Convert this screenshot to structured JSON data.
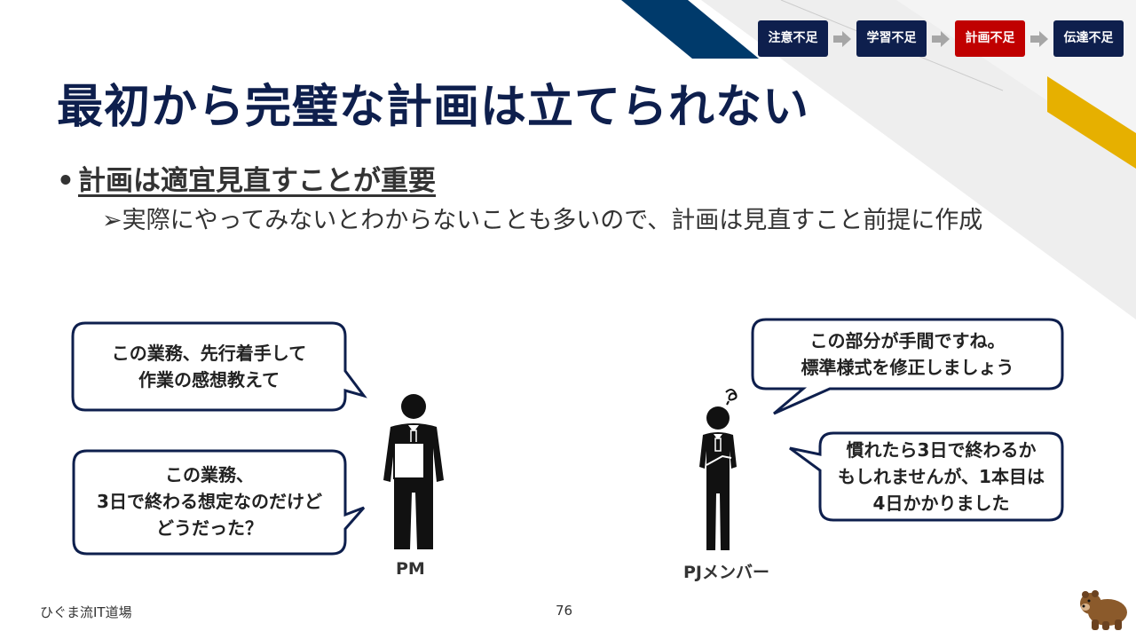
{
  "steps": [
    {
      "label": "注意不足",
      "active": false
    },
    {
      "label": "学習不足",
      "active": false
    },
    {
      "label": "計画不足",
      "active": true
    },
    {
      "label": "伝達不足",
      "active": false
    }
  ],
  "title": "最初から完璧な計画は立てられない",
  "bullet": {
    "marker": "•",
    "text": "計画は適宜見直すことが重要"
  },
  "sub_bullet": {
    "marker": "➢",
    "text": "実際にやってみないとわからないことも多いので、計画は見直すこと前提に作成"
  },
  "bubbles": {
    "pm_top": [
      "この業務、先行着手して",
      "作業の感想教えて"
    ],
    "pm_bottom": [
      "この業務、",
      "3日で終わる想定なのだけど",
      "どうだった？"
    ],
    "member_top": [
      "この部分が手間ですね。",
      "標準様式を修正しましょう"
    ],
    "member_bottom": [
      "慣れたら3日で終わるか",
      "もしれませんが、1本目は",
      "4日かかりました"
    ]
  },
  "people": {
    "pm": "PM",
    "member": "PJメンバー"
  },
  "footer": {
    "brand": "ひぐま流IT道場",
    "page": "76"
  },
  "colors": {
    "navy": "#0e1f4d",
    "active": "#c00000",
    "gold": "#e6b000",
    "stripe_blue": "#003a6b",
    "stripe_gray": "#ededed"
  }
}
